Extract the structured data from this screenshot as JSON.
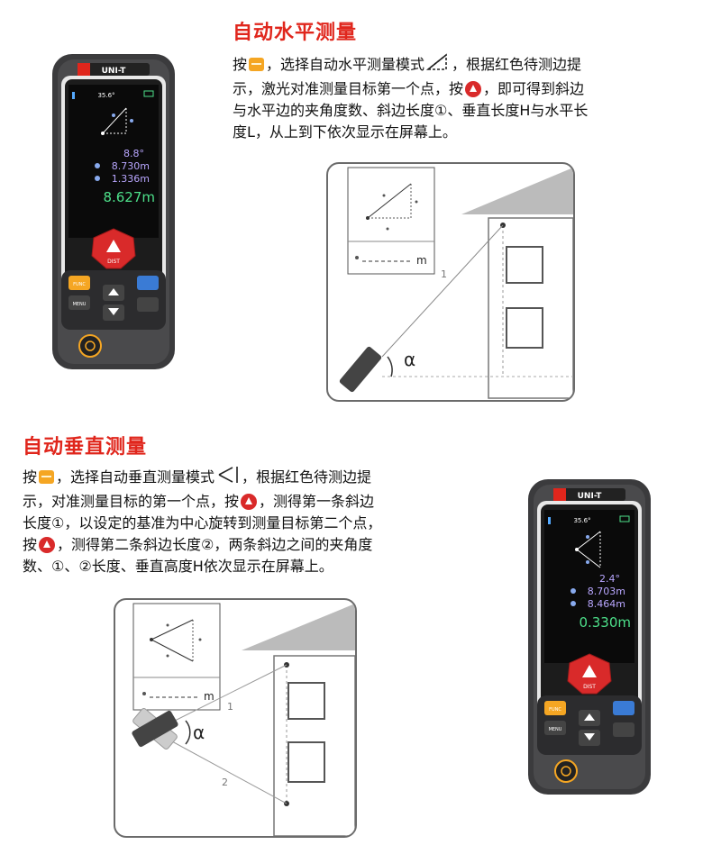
{
  "section1": {
    "title": "自动水平测量",
    "text_lines": [
      [
        "按",
        "mode-button",
        "，选择自动水平测量模式",
        "mode-icon-horizontal",
        "，根据红色待测边提"
      ],
      [
        "示，激光对准测量目标第一个点，按",
        "dist-button",
        "，即可得到斜边"
      ],
      [
        "与水平边的夹角度数、斜边长度①、垂直长度H与水平长"
      ],
      [
        "度L，从上到下依次显示在屏幕上。"
      ]
    ]
  },
  "section2": {
    "title": "自动垂直测量",
    "text_lines": [
      [
        "按",
        "mode-button",
        "，选择自动垂直测量模式",
        "mode-icon-vertical",
        "，根据红色待测边提"
      ],
      [
        "示，对准测量目标的第一个点，按",
        "dist-button",
        "，测得第一条斜边"
      ],
      [
        "长度①，以设定的基准为中心旋转到测量目标第二个点，"
      ],
      [
        "按",
        "dist-button",
        "，测得第二条斜边长度②，两条斜边之间的夹角度"
      ],
      [
        "数、①、②长度、垂直高度H依次显示在屏幕上。"
      ]
    ]
  },
  "device1": {
    "brand": "UNI-T",
    "status": "35.6°",
    "angle": "8.8°",
    "line1": "8.730m",
    "line2": "1.336m",
    "main": "8.627m",
    "dist_label": "DIST",
    "func_label": "FUNC",
    "mode_label": "MENU"
  },
  "device2": {
    "brand": "UNI-T",
    "status": "35.6°",
    "angle": "2.4°",
    "line1": "8.703m",
    "line2": "8.464m",
    "main": "0.330m",
    "dist_label": "DIST",
    "func_label": "FUNC",
    "mode_label": "MENU"
  },
  "diagram1": {
    "screen_unit": "m",
    "label_1": "1",
    "label_alpha": "α"
  },
  "diagram2": {
    "screen_unit": "m",
    "label_1": "1",
    "label_2": "2",
    "label_alpha": "α"
  },
  "colors": {
    "title_red": "#e0261c",
    "mode_orange": "#f5a623",
    "dist_red": "#d92a2a",
    "value_purple": "#b9a7ff",
    "value_green": "#4de08a"
  }
}
